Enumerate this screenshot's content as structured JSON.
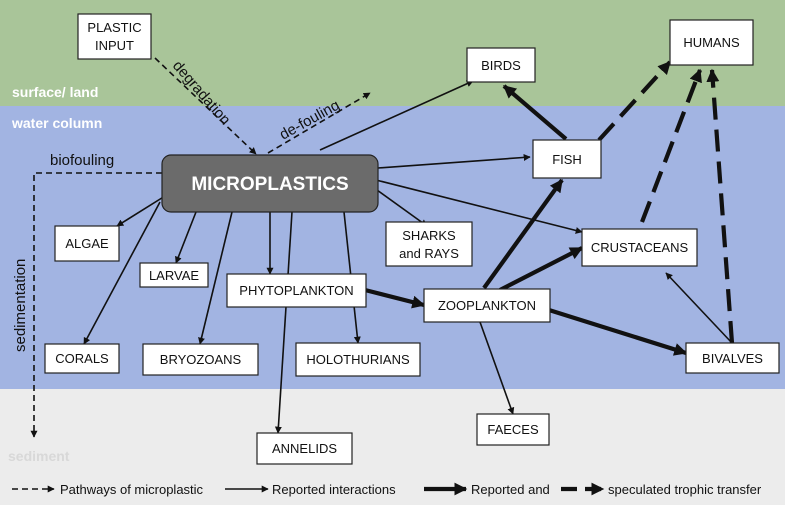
{
  "zones": {
    "surface": {
      "label": "surface/ land",
      "color": "#a9c599"
    },
    "water": {
      "label": "water column",
      "color": "#a2b4e2"
    },
    "sediment": {
      "label": "sediment",
      "color": "#ececec"
    }
  },
  "nodes": {
    "plastic_input": [
      "PLASTIC",
      "INPUT"
    ],
    "microplastics": "MICROPLASTICS",
    "birds": "BIRDS",
    "humans": "HUMANS",
    "fish": "FISH",
    "algae": "ALGAE",
    "larvae": "LARVAE",
    "sharks_rays": [
      "SHARKS",
      "and RAYS"
    ],
    "crustaceans": "CRUSTACEANS",
    "phytoplankton": "PHYTOPLANKTON",
    "zooplankton": "ZOOPLANKTON",
    "corals": "CORALS",
    "bryozoans": "BRYOZOANS",
    "holothurians": "HOLOTHURIANS",
    "bivalves": "BIVALVES",
    "faeces": "FAECES",
    "annelids": "ANNELIDS"
  },
  "pathway_labels": {
    "degradation": "degradation",
    "de_fouling": "de-fouling",
    "biofouling": "biofouling",
    "sedimentation": "sedimentation"
  },
  "legend": {
    "pathways": "Pathways of microplastic",
    "reported_interactions": "Reported interactions",
    "reported_and": "Reported and",
    "speculated": "speculated trophic transfer"
  },
  "colors": {
    "microplastics_fill": "#6b6b6b",
    "ink": "#111111"
  }
}
